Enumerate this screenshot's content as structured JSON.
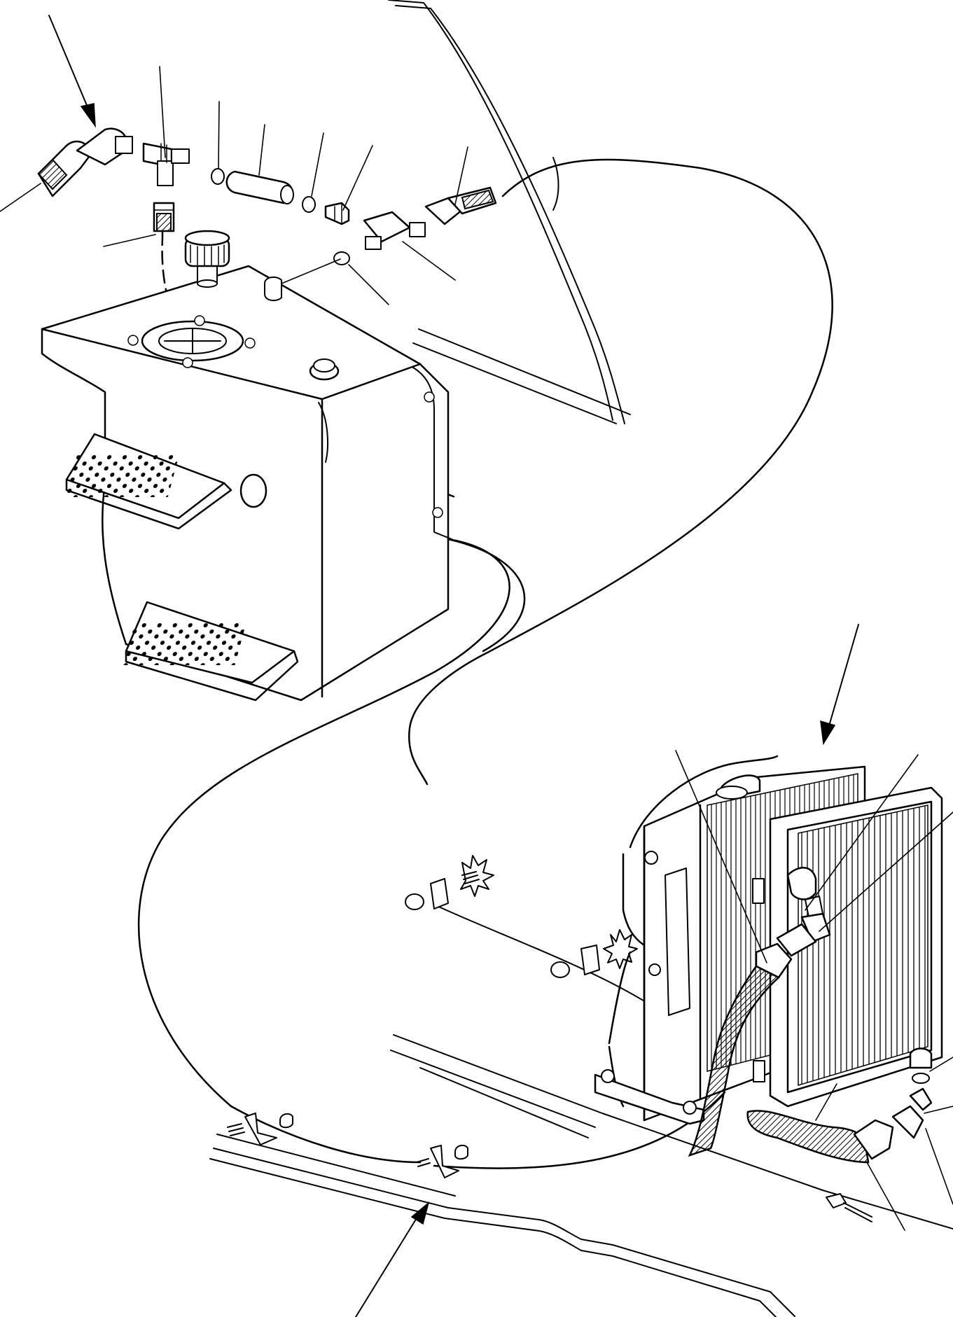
{
  "diagram": {
    "kind": "exploded-parts-view",
    "labels_printed": "none",
    "colors": {
      "ink": "#000000",
      "paper": "#ffffff"
    },
    "callouts": {
      "leader_lines": 19,
      "pointer_arrows": 3
    }
  }
}
